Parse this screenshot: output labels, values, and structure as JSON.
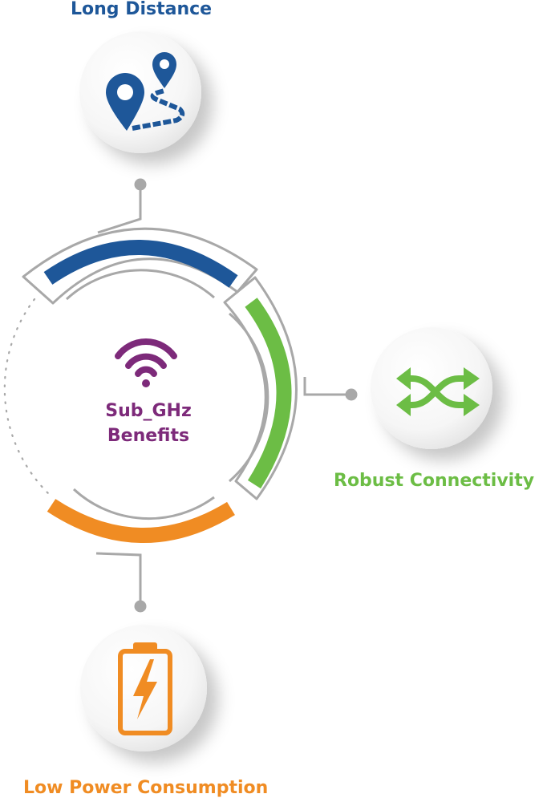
{
  "center": {
    "title_line1": "Sub_GHz",
    "title_line2": "Benefits"
  },
  "benefits": [
    {
      "label": "Long Distance",
      "icon": "map-route-icon"
    },
    {
      "label": "Robust Connectivity",
      "icon": "shuffle-arrows-icon"
    },
    {
      "label": "Low Power Consumption",
      "icon": "battery-charging-icon"
    }
  ],
  "colors": {
    "blue": "#1e5799",
    "green": "#6cbd45",
    "orange": "#f08c23",
    "purple": "#7d2a7a",
    "gray": "#a8a8a8"
  }
}
